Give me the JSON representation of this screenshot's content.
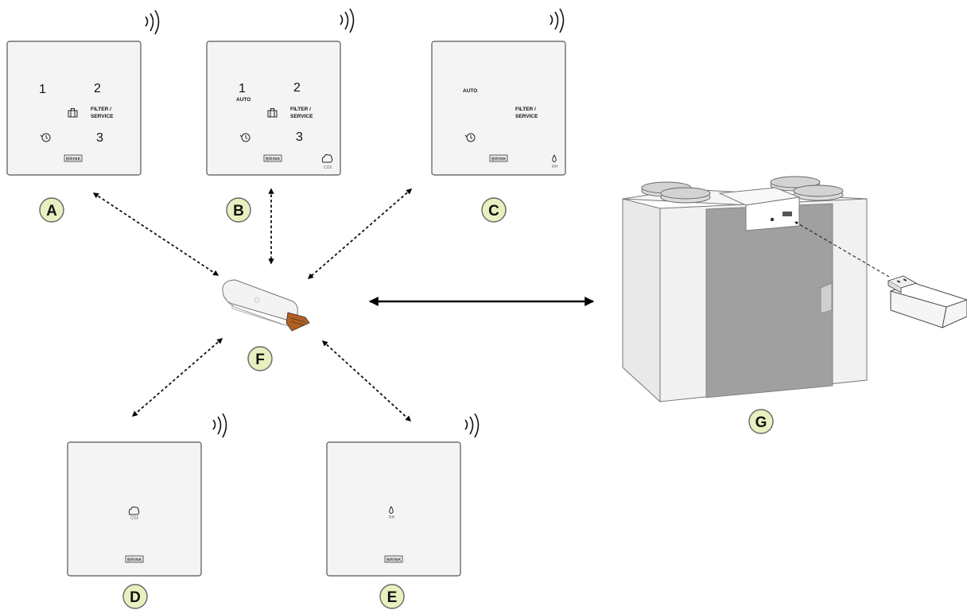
{
  "panels": {
    "A": {
      "num1": "1",
      "num2": "2",
      "num3": "3",
      "filter_line1": "FILTER /",
      "filter_line2": "SERVICE",
      "brand": "BRINK"
    },
    "B": {
      "num1": "1",
      "auto": "AUTO",
      "num2": "2",
      "num3": "3",
      "filter_line1": "FILTER /",
      "filter_line2": "SERVICE",
      "brand": "BRINK",
      "sensor": "CO2"
    },
    "C": {
      "auto": "AUTO",
      "filter_line1": "FILTER /",
      "filter_line2": "SERVICE",
      "brand": "BRINK",
      "sensor": "RH"
    },
    "D": {
      "sensor": "CO2",
      "brand": "BRINK"
    },
    "E": {
      "sensor": "RH",
      "brand": "BRINK"
    }
  },
  "labels": {
    "A": "A",
    "B": "B",
    "C": "C",
    "D": "D",
    "E": "E",
    "F": "F",
    "G": "G"
  },
  "colors": {
    "badge_fill": "#e9efc0",
    "panel_fill": "#f4f4f4",
    "unit_front_dark": "#a0a0a0"
  }
}
